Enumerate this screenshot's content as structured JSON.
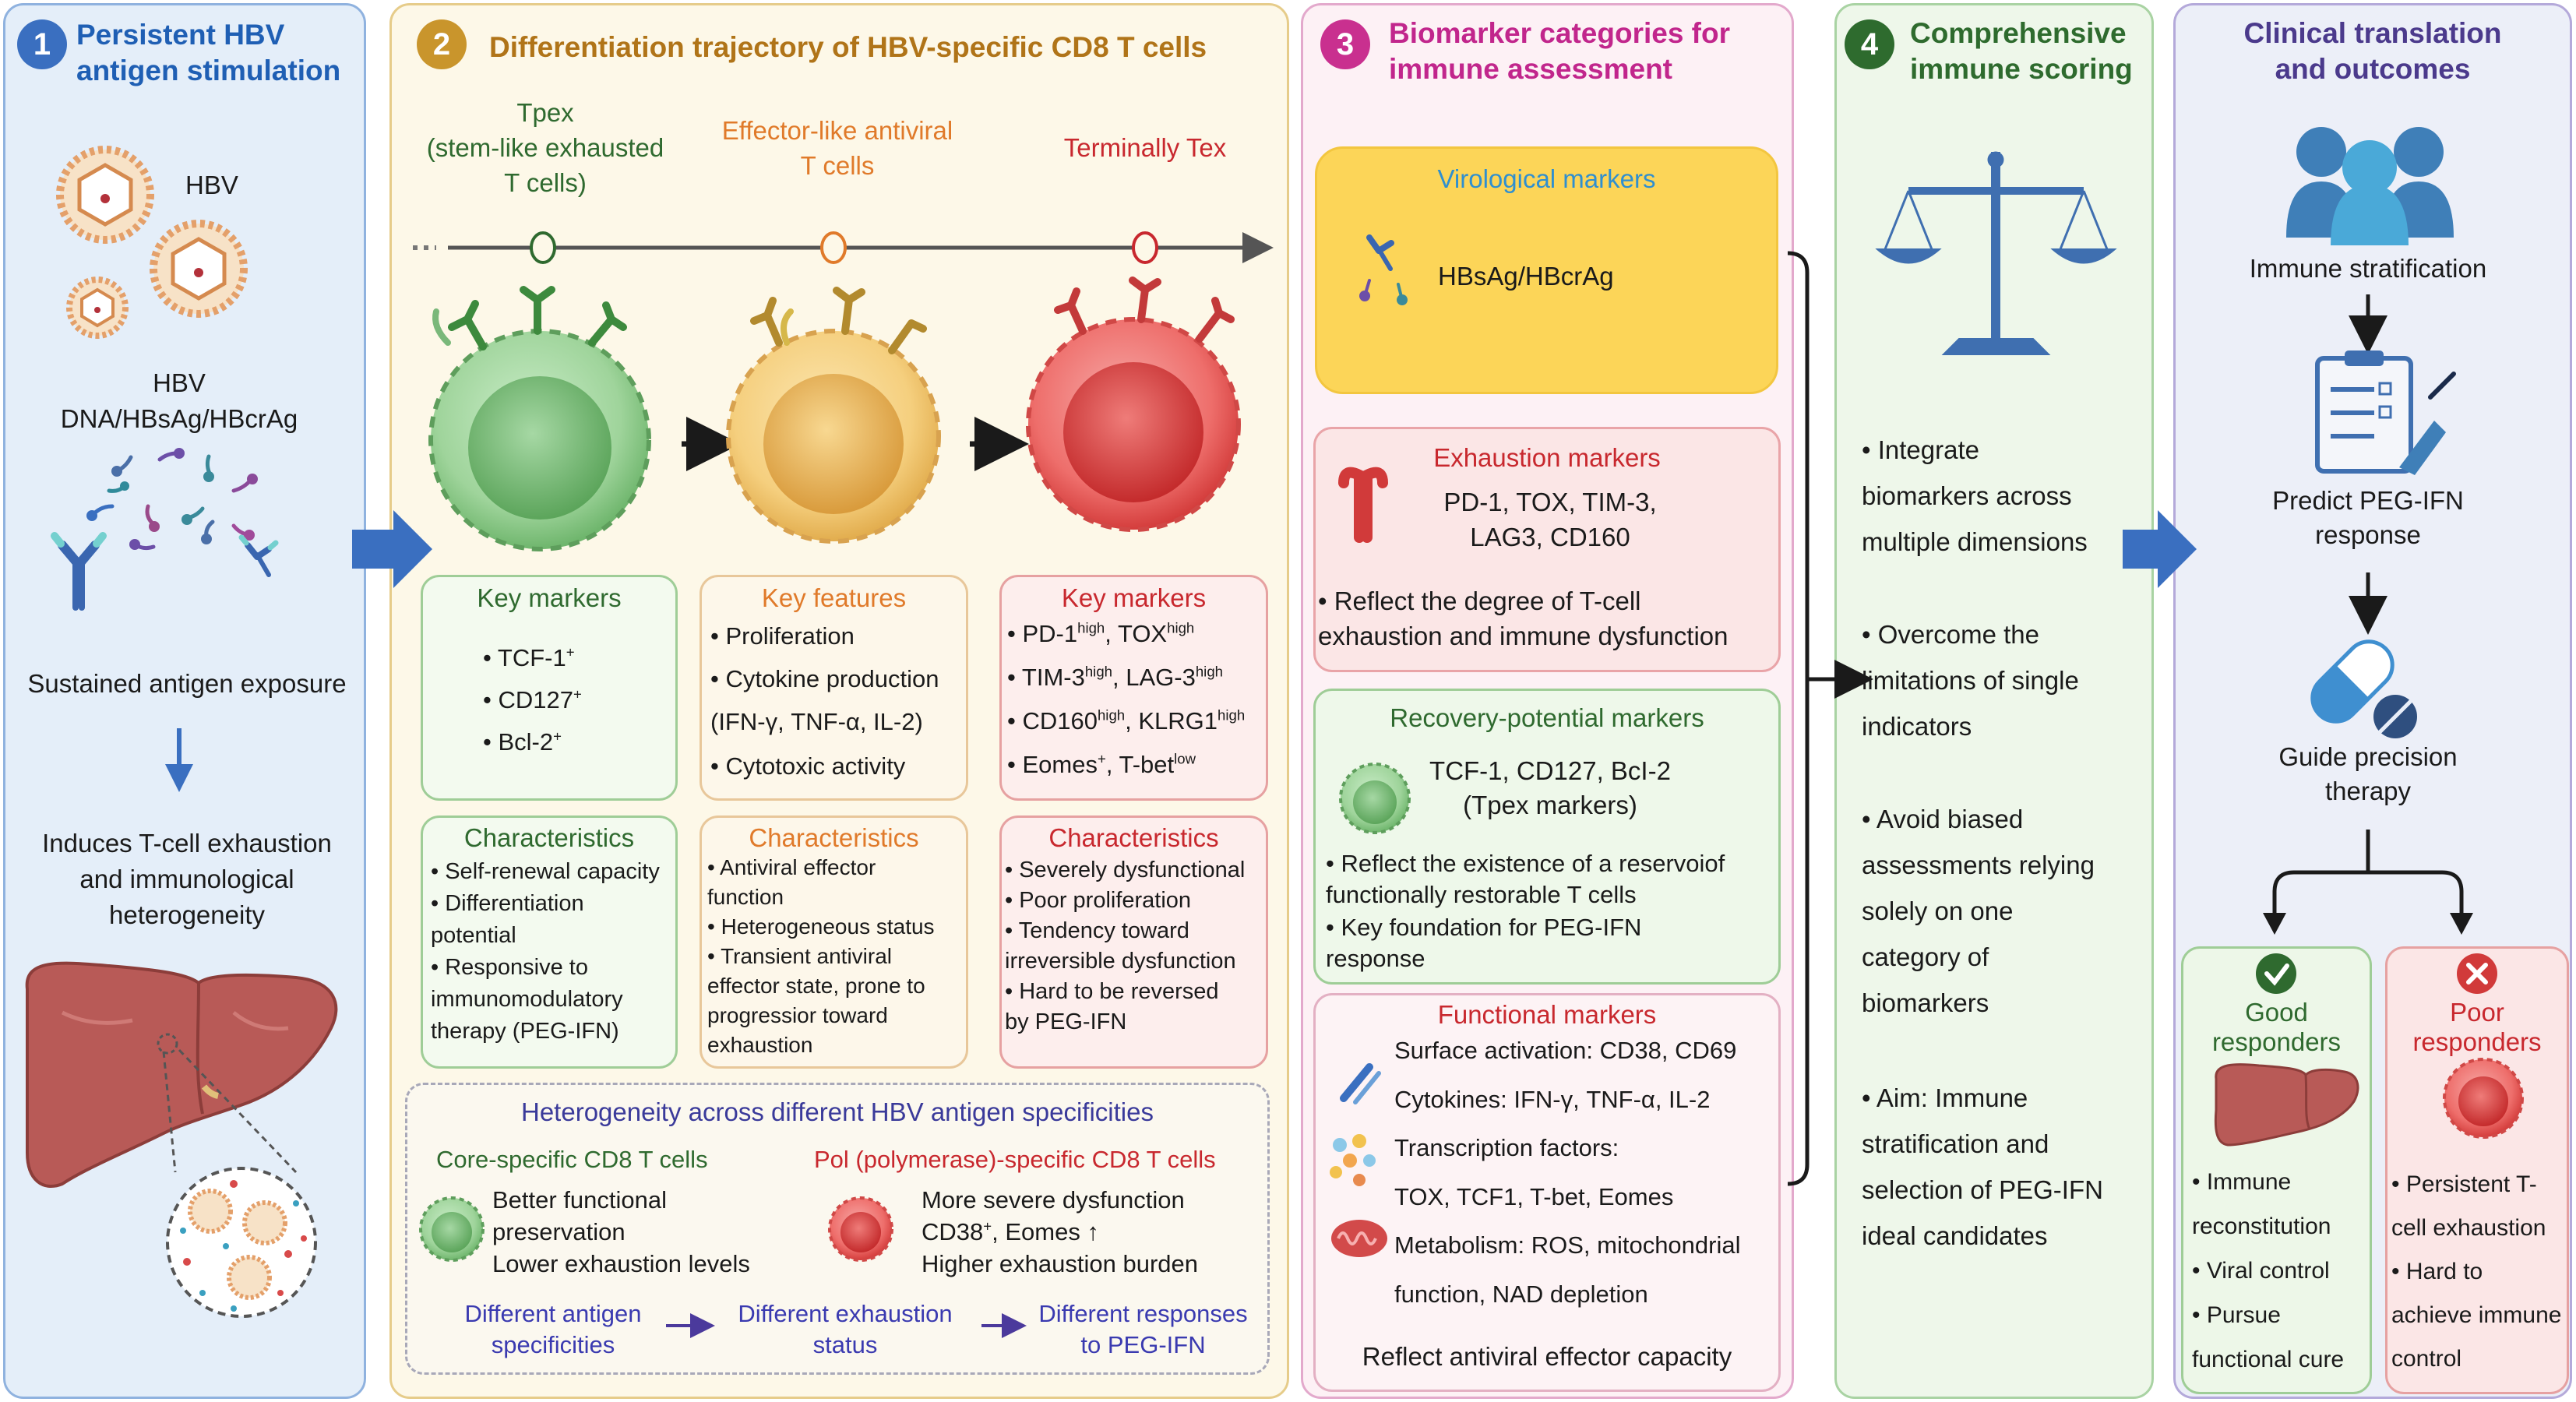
{
  "panel1": {
    "number": "1",
    "title_line1": "Persistent HBV",
    "title_line2": "antigen stimulation",
    "hbv_label": "HBV",
    "antigens_line1": "HBV",
    "antigens_line2": "DNA/HBsAg/HBcrAg",
    "exposure": "Sustained antigen exposure",
    "induces_line1": "Induces T-cell exhaustion",
    "induces_line2": "and immunological",
    "induces_line3": "heterogeneity"
  },
  "panel2": {
    "number": "2",
    "title": "Differentiation trajectory of HBV-specific CD8 T cells",
    "stages": [
      {
        "name_line1": "Tpex",
        "name_line2": "(stem-like exhausted",
        "name_line3": "T cells)"
      },
      {
        "name_line1": "Effector-like antiviral",
        "name_line2": "T cells"
      },
      {
        "name_line1": "Terminally Tex"
      }
    ],
    "tpex_markers": {
      "title": "Key markers",
      "items": [
        "TCF-1",
        "CD127",
        "Bcl-2"
      ],
      "sup": "+"
    },
    "effector_features": {
      "title": "Key features",
      "items": [
        "Proliferation",
        "Cytokine production",
        "(IFN-γ, TNF-α, IL-2)",
        "Cytotoxic activity"
      ]
    },
    "tex_markers": {
      "title": "Key markers",
      "row1a": "PD-1",
      "row1b": "TOX",
      "row2a": "TIM-3",
      "row2b": "LAG-3",
      "row3a": "CD160",
      "row3b": "KLRG1",
      "row4a": "Eomes",
      "row4b": "T-bet",
      "high": "high",
      "low": "low",
      "plus": "+"
    },
    "char_title": "Characteristics",
    "tpex_char": [
      "Self-renewal capacity",
      "Differentiation",
      "potential",
      "Responsive to",
      "immunomodulatory",
      "therapy (PEG-IFN)"
    ],
    "effector_char": [
      "Antiviral effector",
      "function",
      "Heterogeneous status",
      "Transient antiviral",
      "effector state, prone to",
      "progressior toward",
      "exhaustion"
    ],
    "tex_char": [
      "Severely dysfunctional",
      "Poor proliferation",
      "Tendency toward",
      "irreversible dysfunction",
      "Hard to be reversed",
      "by PEG-IFN"
    ],
    "heterogeneity": {
      "title": "Heterogeneity across different HBV antigen specificities",
      "core_title": "Core-specific CD8 T cells",
      "core_lines": [
        "Better functional",
        "preservation",
        "Lower exhaustion levels"
      ],
      "pol_title": "Pol (polymerase)-specific CD8 T cells",
      "pol_line1": "More severe dysfunction",
      "pol_line2a": "CD38",
      "pol_line2b": ", Eomes ↑",
      "pol_line3": "Higher exhaustion burden",
      "flow": [
        {
          "line1": "Different antigen",
          "line2": "specificities"
        },
        {
          "line1": "Different exhaustion",
          "line2": "status"
        },
        {
          "line1": "Different responses",
          "line2": "to PEG-IFN"
        }
      ]
    }
  },
  "panel3": {
    "number": "3",
    "title_line1": "Biomarker categories for",
    "title_line2": "immune assessment",
    "virological": {
      "title": "Virological markers",
      "text": "HBsAg/HBcrAg"
    },
    "exhaustion": {
      "title": "Exhaustion markers",
      "line1": "PD-1, TOX, TIM-3,",
      "line2": "LAG3, CD160",
      "note1": "• Reflect the degree of T-cell",
      "note2": "exhaustion and immune dysfunction"
    },
    "recovery": {
      "title": "Recovery-potential markers",
      "line1": "TCF-1, CD127, BcI-2",
      "line2": "(Tpex markers)",
      "note1": "• Reflect the existence of a reservoiof",
      "note2": "functionally restorable T cells",
      "note3": "• Key foundation for PEG-IFN",
      "note4": "response"
    },
    "functional": {
      "title": "Functional markers",
      "surface": "Surface activation: CD38, CD69",
      "cytokines": "Cytokines: IFN-γ, TNF-α, IL-2",
      "tf1": "Transcription factors:",
      "tf2": "TOX, TCF1, T-bet, Eomes",
      "met1": "Metabolism: ROS, mitochondrial",
      "met2": "function, NAD depletion",
      "footer": "Reflect antiviral effector capacity"
    }
  },
  "panel4": {
    "number": "4",
    "title_line1": "Comprehensive",
    "title_line2": "immune scoring",
    "bullets": [
      [
        "• Integrate",
        "biomarkers across",
        "multiple dimensions"
      ],
      [
        "• Overcome the",
        "limitations of single",
        "indicators"
      ],
      [
        "• Avoid biased",
        "assessments relying",
        "solely on one",
        "category of",
        "biomarkers"
      ],
      [
        "• Aim: Immune",
        "stratification and",
        "selection of PEG-IFN",
        "ideal candidates"
      ]
    ]
  },
  "panel5": {
    "title_line1": "Clinical translation",
    "title_line2": "and outcomes",
    "stratification": "Immune stratification",
    "predict_line1": "Predict PEG-IFN",
    "predict_line2": "response",
    "guide_line1": "Guide precision",
    "guide_line2": "therapy",
    "good": {
      "title_line1": "Good",
      "title_line2": "responders",
      "bullets": [
        "• Immune",
        "reconstitution",
        "• Viral control",
        "• Pursue",
        "functional cure"
      ]
    },
    "poor": {
      "title_line1": "Poor",
      "title_line2": "responders",
      "bullets": [
        "• Persistent T-",
        "cell exhaustion",
        "• Hard to",
        "achieve immune",
        "control"
      ]
    }
  },
  "colors": {
    "panel1": "#1f5fb4",
    "panel2": "#c47f1e",
    "panel3": "#c1268c",
    "panel4": "#2e6b2e",
    "panel5": "#4b3a8c",
    "green": "#2f7a3a",
    "orange": "#e07a2a",
    "red": "#c8282e",
    "arrow_blue": "#3a6fc0"
  },
  "icons": [
    "hbv-virion-icon",
    "antibody-icon",
    "liver-icon",
    "t-cell-icon",
    "receptor-icon",
    "scale-icon",
    "people-icon",
    "clipboard-icon",
    "capsule-icon",
    "check-icon",
    "cross-icon"
  ]
}
